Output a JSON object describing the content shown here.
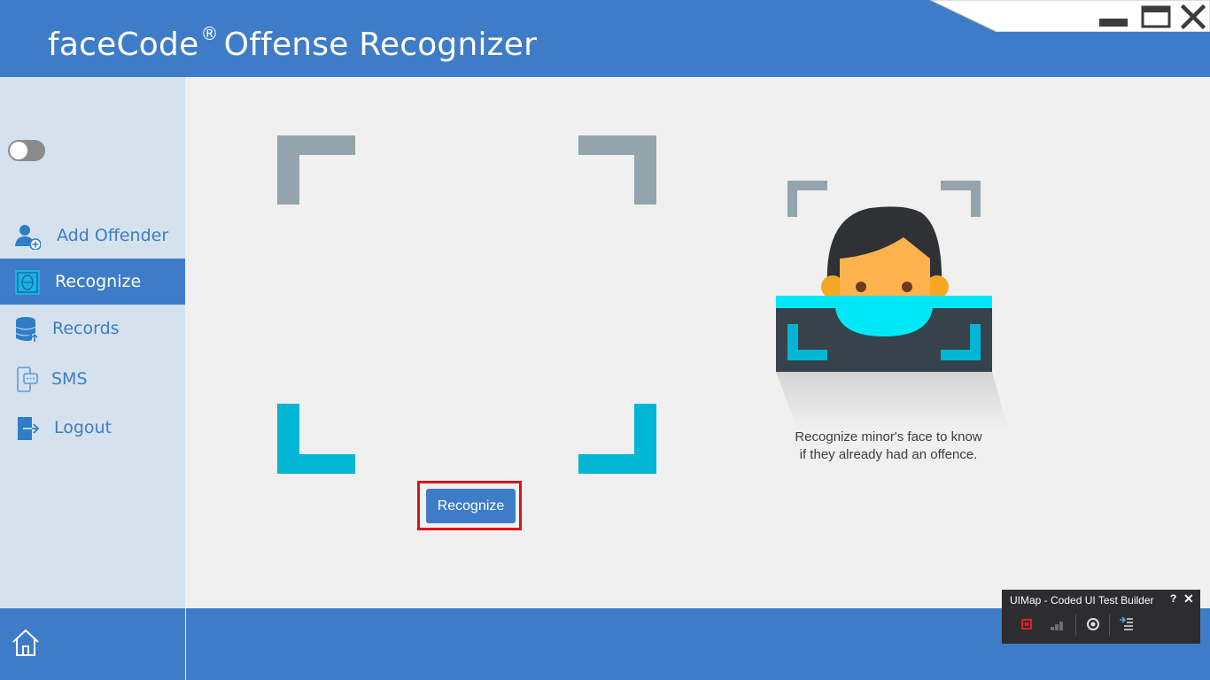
{
  "header": {
    "title_main": "faceCode",
    "title_reg": "®",
    "title_rest": "Offense Recognizer"
  },
  "window_controls": {
    "minimize_icon": "minimize-icon",
    "maximize_icon": "maximize-icon",
    "close_icon": "close-icon"
  },
  "sidebar": {
    "toggle_state": "off",
    "items": [
      {
        "label": "Add Offender",
        "icon": "add-user-icon",
        "active": false
      },
      {
        "label": "Recognize",
        "icon": "face-scan-icon",
        "active": true
      },
      {
        "label": "Records",
        "icon": "database-icon",
        "active": false
      },
      {
        "label": "SMS",
        "icon": "sms-icon",
        "active": false
      },
      {
        "label": "Logout",
        "icon": "logout-icon",
        "active": false
      }
    ]
  },
  "main": {
    "recognize_button": "Recognize",
    "caption_line1": "Recognize minor's face to know",
    "caption_line2": "if they already had an offence."
  },
  "colors": {
    "header_blue": "#3f7cc8",
    "sidebar_bg": "#d5e2ee",
    "frame_gray": "#93a4ad",
    "frame_cyan": "#00b6d4",
    "highlight_red": "#e0101a"
  },
  "uimap": {
    "title": "UIMap - Coded UI Test Builder",
    "help": "?",
    "close": "✕"
  },
  "footer": {
    "home_icon": "home-icon"
  }
}
